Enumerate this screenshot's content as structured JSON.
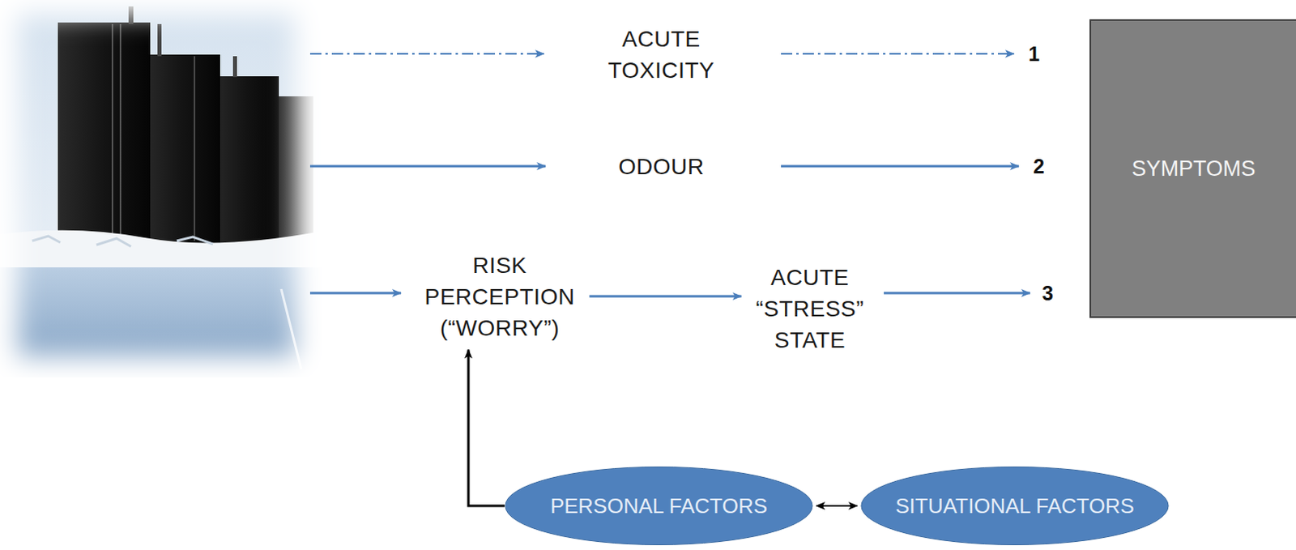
{
  "diagram": {
    "nodes": [
      {
        "text": [
          "ACUTE TOXICITY"
        ]
      },
      {
        "text": [
          "ODOUR"
        ]
      },
      {
        "text": [
          "RISK PERCEPTION (“WORRY”)"
        ]
      },
      {
        "text": [
          "ACUTE “STRESS” STATE"
        ]
      },
      {
        "text": [
          "SYMPTOMS"
        ]
      },
      {
        "text": [
          "PERSONAL FACTORS"
        ]
      },
      {
        "text": [
          "SITUATIONAL FACTORS"
        ]
      }
    ],
    "edges": [
      {
        "from": 2,
        "to": 3,
        "arrow": "to"
      },
      {
        "from": 5,
        "to": 2,
        "arrow": "to"
      },
      {
        "from": 5,
        "to": 6,
        "arrow": "both"
      }
    ],
    "labels": [
      "1",
      "2",
      "3"
    ]
  }
}
